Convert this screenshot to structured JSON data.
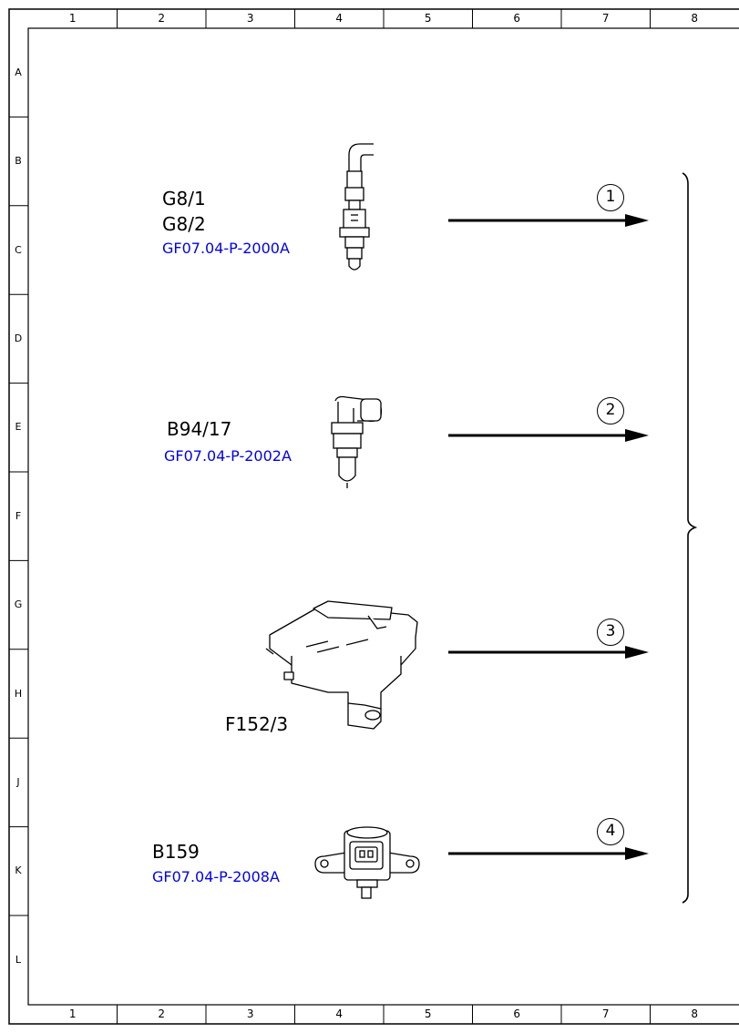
{
  "frame": {
    "columns": [
      "1",
      "2",
      "3",
      "4",
      "5",
      "6",
      "7",
      "8"
    ],
    "rows": [
      "A",
      "B",
      "C",
      "D",
      "E",
      "F",
      "G",
      "H",
      "J",
      "K",
      "L"
    ]
  },
  "components": [
    {
      "codes": [
        "G8/1",
        "G8/2"
      ],
      "reference": "GF07.04-P-2000A",
      "icon": "oxygen-sensor-icon",
      "arrow_number": "1"
    },
    {
      "codes": [
        "B94/17"
      ],
      "reference": "GF07.04-P-2002A",
      "icon": "temperature-sensor-icon",
      "arrow_number": "2"
    },
    {
      "codes": [
        "F152/3"
      ],
      "reference": "",
      "icon": "fuse-relay-module-icon",
      "arrow_number": "3"
    },
    {
      "codes": [
        "B159"
      ],
      "reference": "GF07.04-P-2008A",
      "icon": "pressure-sensor-icon",
      "arrow_number": "4"
    }
  ],
  "colors": {
    "line": "#000000",
    "reference_link": "#0000ee"
  }
}
